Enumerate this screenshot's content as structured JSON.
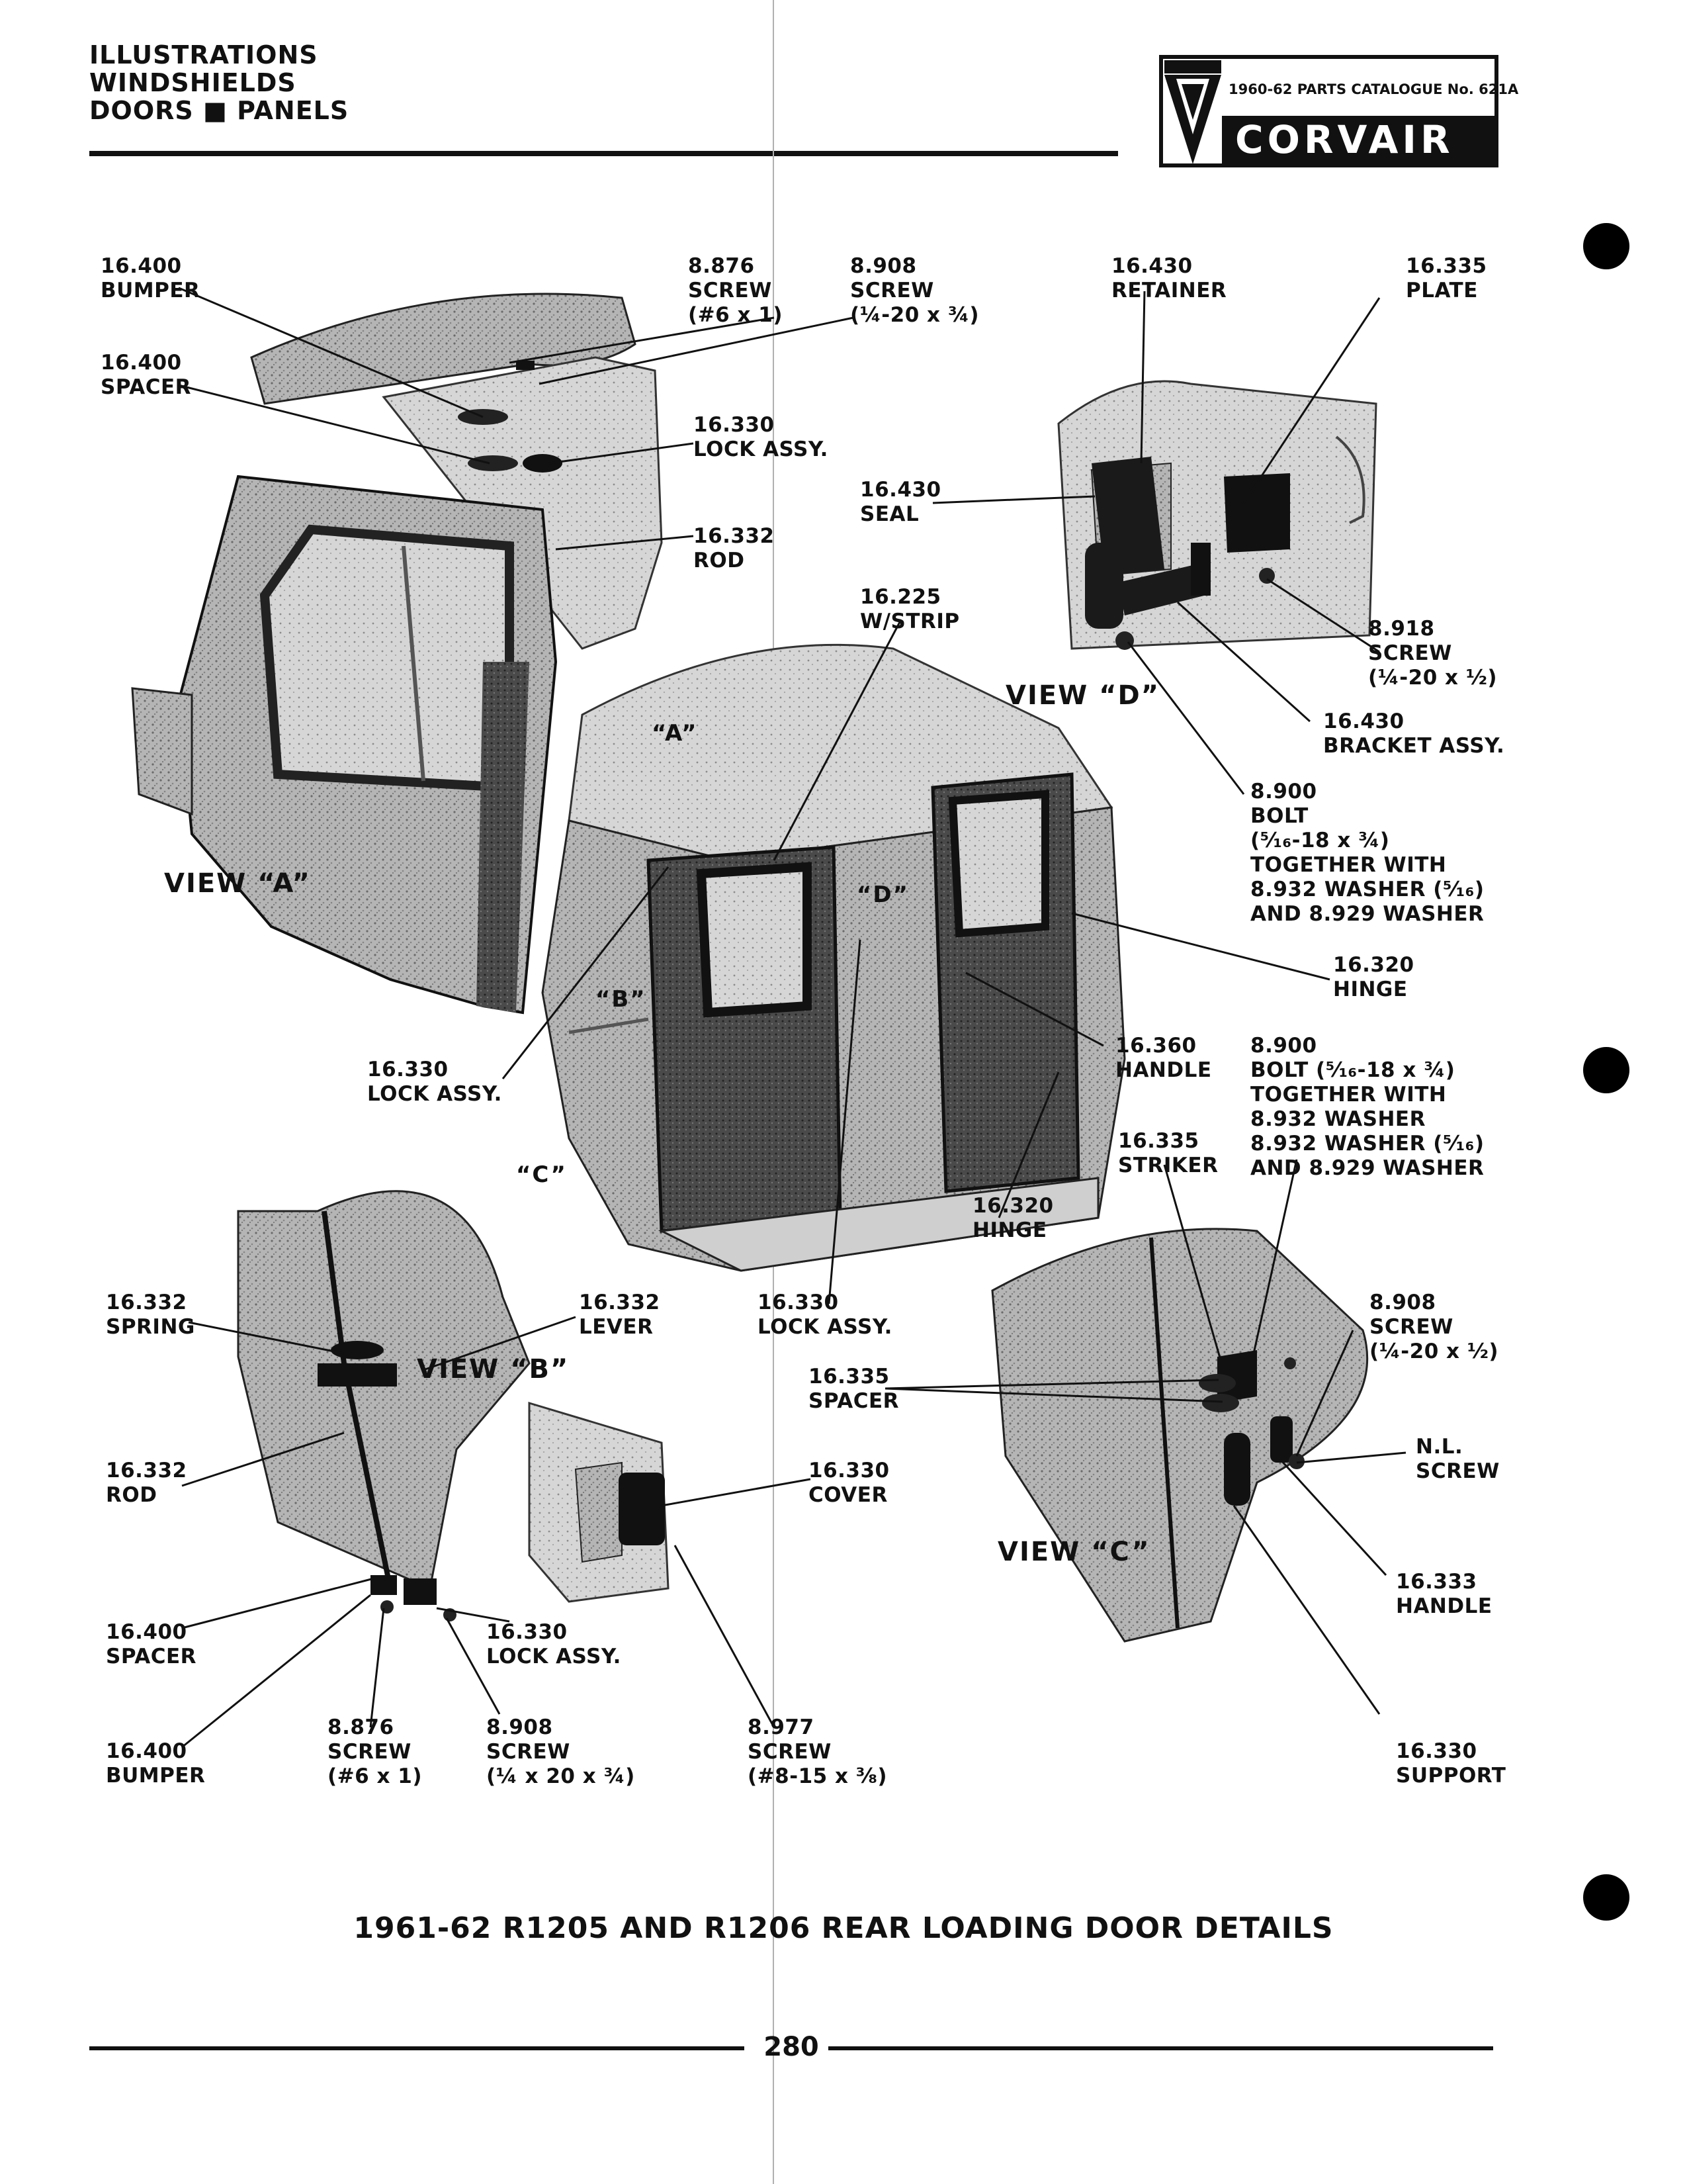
{
  "header": {
    "title_lines": [
      "ILLUSTRATIONS",
      "WINDSHIELDS",
      "DOORS ■ PANELS"
    ],
    "catalogue": "1960-62 PARTS CATALOGUE No. 621A",
    "brand": "CORVAIR"
  },
  "views": {
    "a": "VIEW “A”",
    "b": "VIEW “B”",
    "c": "VIEW “C”",
    "d": "VIEW “D”"
  },
  "markers": {
    "a": "“A”",
    "b": "“B”",
    "c": "“C”",
    "d": "“D”"
  },
  "callouts": {
    "bumper_top": [
      "16.400",
      "BUMPER"
    ],
    "spacer_top": [
      "16.400",
      "SPACER"
    ],
    "screw_8876_top": [
      "8.876",
      "SCREW",
      "(#6 x 1)"
    ],
    "screw_8908_top": [
      "8.908",
      "SCREW",
      "(¼-20 x ¾)"
    ],
    "lock_assy_top": [
      "16.330",
      "LOCK ASSY."
    ],
    "rod_top": [
      "16.332",
      "ROD"
    ],
    "wstrip": [
      "16.225",
      "W/STRIP"
    ],
    "retainer": [
      "16.430",
      "RETAINER"
    ],
    "plate": [
      "16.335",
      "PLATE"
    ],
    "seal": [
      "16.430",
      "SEAL"
    ],
    "screw_8918": [
      "8.918",
      "SCREW",
      "(¼-20 x ½)"
    ],
    "bracket_assy": [
      "16.430",
      "BRACKET ASSY."
    ],
    "bolt_top": [
      "8.900",
      "BOLT",
      "(⁵⁄₁₆-18 x ¾)",
      "TOGETHER WITH",
      "8.932 WASHER (⁵⁄₁₆)",
      "AND 8.929 WASHER"
    ],
    "hinge_top": [
      "16.320",
      "HINGE"
    ],
    "lock_assy_mid": [
      "16.330",
      "LOCK ASSY."
    ],
    "handle_mid": [
      "16.360",
      "HANDLE"
    ],
    "bolt_mid": [
      "8.900",
      "BOLT (⁵⁄₁₆-18 x ¾)",
      "TOGETHER WITH",
      "8.932 WASHER",
      "8.932 WASHER (⁵⁄₁₆)",
      "AND 8.929 WASHER"
    ],
    "striker": [
      "16.335",
      "STRIKER"
    ],
    "hinge_mid": [
      "16.320",
      "HINGE"
    ],
    "spring": [
      "16.332",
      "SPRING"
    ],
    "lever": [
      "16.332",
      "LEVER"
    ],
    "lock_assy_center": [
      "16.330",
      "LOCK ASSY."
    ],
    "screw_8908_c": [
      "8.908",
      "SCREW",
      "(¼-20 x ½)"
    ],
    "spacer_c": [
      "16.335",
      "SPACER"
    ],
    "rod_b": [
      "16.332",
      "ROD"
    ],
    "cover": [
      "16.330",
      "COVER"
    ],
    "nl_screw": [
      "N.L.",
      "SCREW"
    ],
    "handle_c": [
      "16.333",
      "HANDLE"
    ],
    "spacer_b": [
      "16.400",
      "SPACER"
    ],
    "lock_assy_b": [
      "16.330",
      "LOCK ASSY."
    ],
    "bumper_b": [
      "16.400",
      "BUMPER"
    ],
    "screw_8876_b": [
      "8.876",
      "SCREW",
      "(#6 x 1)"
    ],
    "screw_8908_b": [
      "8.908",
      "SCREW",
      "(¼ x 20 x ¾)"
    ],
    "screw_8977": [
      "8.977",
      "SCREW",
      "(#8-15 x ⅜)"
    ],
    "support": [
      "16.330",
      "SUPPORT"
    ]
  },
  "caption": "1961-62 R1205 AND R1206 REAR LOADING DOOR DETAILS",
  "page_number": "280"
}
